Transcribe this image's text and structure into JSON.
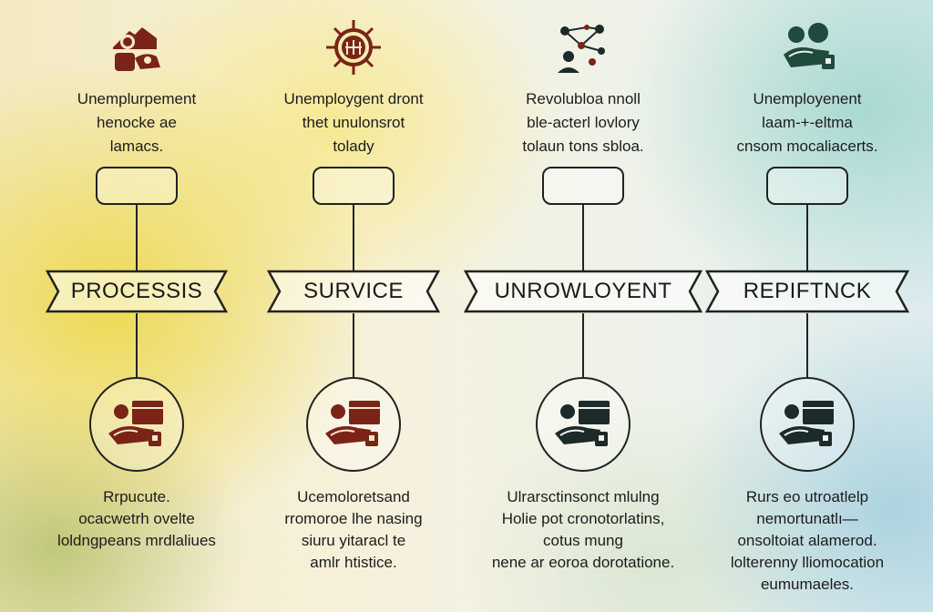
{
  "colors": {
    "maroon": "#7a2418",
    "dark": "#1d2a2a",
    "teal": "#1f4a3c",
    "line": "#222222"
  },
  "columns": [
    {
      "top_icon": "person-hand-house-icon",
      "top_text": [
        "Unemplurpement",
        "henocke ae",
        "lamacs."
      ],
      "banner": "PROCESSIS",
      "circle_icon": "hand-box-icon",
      "bottom_text": [
        "Rrpucute.",
        "ocacwetrh ovelte",
        "loldngpeans mrdlaliues"
      ]
    },
    {
      "top_icon": "gear-sun-icon",
      "top_text": [
        "Unemploygent dront",
        "thet unulonsrot",
        "tolady"
      ],
      "banner": "SURVICE",
      "circle_icon": "hand-box-icon",
      "bottom_text": [
        "Ucemoloretsand",
        "rromoroe lhe nasing",
        "siuru yitaracl te",
        "amlr htistice."
      ]
    },
    {
      "top_icon": "network-people-icon",
      "top_text": [
        "Revolubloa nnoll",
        "ble-acterl lovlory",
        "tolaun tons sbloa."
      ],
      "banner": "UNROWLOYENT",
      "circle_icon": "hand-box-icon",
      "bottom_text": [
        "Ulrarsctinsonct mlulng",
        "Holie pot cronotorlatins,",
        "cotus mung",
        "nene ar eoroa dorotatione."
      ]
    },
    {
      "top_icon": "people-hand-icon",
      "top_text": [
        "Unemployenent",
        "laam-+-eltma",
        "cnsom mocaliacerts."
      ],
      "banner": "REPIFTNCK",
      "circle_icon": "hand-box-icon",
      "bottom_text": [
        "Rurs eo utroatlelp",
        "nemortunatlı—",
        "onsoltoiat alamerod.",
        "lolterenny lliomocation",
        "eumumaeles."
      ]
    }
  ]
}
